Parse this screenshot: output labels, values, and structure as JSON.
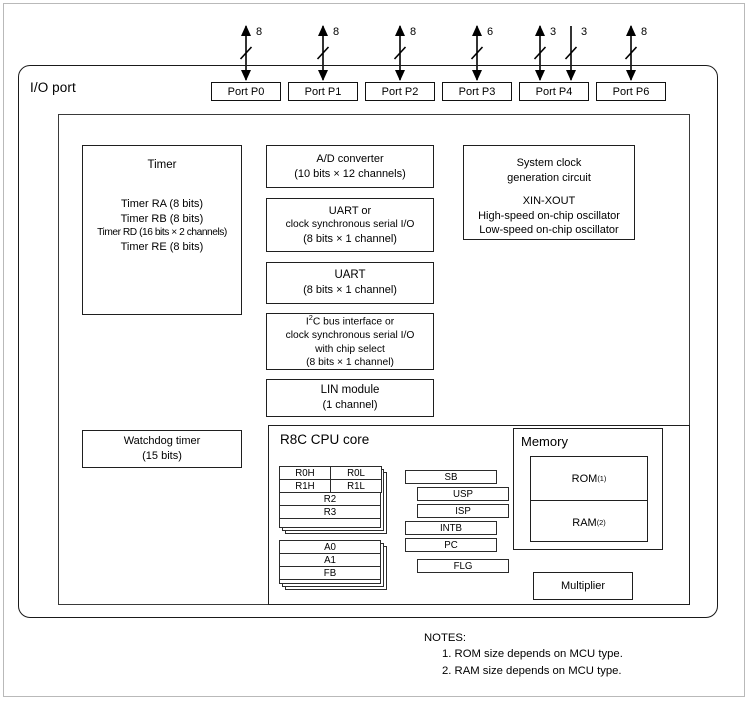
{
  "diagram": {
    "io_port_label": "I/O port",
    "ports": [
      {
        "name": "Port P0",
        "bus_width": "8",
        "direction": "bidirectional"
      },
      {
        "name": "Port P1",
        "bus_width": "8",
        "direction": "bidirectional"
      },
      {
        "name": "Port P2",
        "bus_width": "8",
        "direction": "bidirectional"
      },
      {
        "name": "Port P3",
        "bus_width": "6",
        "direction": "bidirectional"
      },
      {
        "name": "Port P4",
        "bus_width": "3",
        "direction": "bidirectional",
        "extra_bus_width": "3",
        "extra_direction": "input"
      },
      {
        "name": "Port P6",
        "bus_width": "8",
        "direction": "bidirectional"
      }
    ],
    "timer": {
      "title": "Timer",
      "lines": [
        "Timer RA (8 bits)",
        "Timer RB (8 bits)",
        "Timer RD (16 bits × 2 channels)",
        "Timer RE (8 bits)"
      ]
    },
    "watchdog": {
      "title": "Watchdog timer",
      "sub": "(15 bits)"
    },
    "adc": {
      "title": "A/D converter",
      "sub": "(10 bits × 12 channels)"
    },
    "uart_or_ssio": {
      "line1": "UART or",
      "line2": "clock synchronous serial I/O",
      "line3": "(8 bits × 1 channel)"
    },
    "uart": {
      "title": "UART",
      "sub": "(8 bits × 1 channel)"
    },
    "i2c": {
      "line1_pre": "I",
      "line1_sup": "2",
      "line1_post": "C bus interface or",
      "line2": "clock synchronous serial I/O",
      "line3": "with chip select",
      "line4": "(8 bits × 1 channel)"
    },
    "lin": {
      "title": "LIN module",
      "sub": "(1 channel)"
    },
    "clock": {
      "line1": "System clock",
      "line2": "generation circuit",
      "line3": "XIN-XOUT",
      "line4": "High-speed on-chip oscillator",
      "line5": "Low-speed on-chip oscillator"
    },
    "cpu": {
      "title": "R8C CPU core",
      "data_registers": [
        "R0H",
        "R0L",
        "R1H",
        "R1L",
        "R2",
        "R3"
      ],
      "address_registers": [
        "A0",
        "A1",
        "FB"
      ],
      "control_registers": [
        "SB",
        "USP",
        "ISP",
        "INTB",
        "PC",
        "FLG"
      ]
    },
    "memory": {
      "title": "Memory",
      "rom_label": "ROM",
      "rom_note": "(1)",
      "ram_label": "RAM",
      "ram_note": "(2)"
    },
    "multiplier": {
      "title": "Multiplier"
    },
    "notes": {
      "heading": "NOTES:",
      "items": [
        "1. ROM size depends on MCU type.",
        "2. RAM size depends on MCU type."
      ]
    }
  }
}
